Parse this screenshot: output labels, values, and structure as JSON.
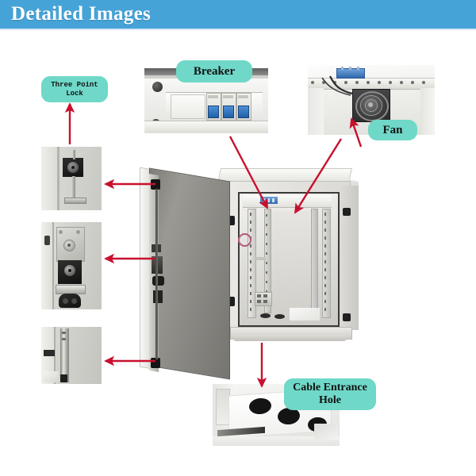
{
  "header": {
    "title": "Detailed Images",
    "background_color": "#45a3d8",
    "text_color": "#ffffff"
  },
  "theme": {
    "badge_color": "#6fd8c8",
    "arrow_color": "#c8102e",
    "page_background": "#ffffff"
  },
  "callouts": [
    {
      "id": "three-point-lock",
      "label": "Three Point Lock",
      "lines": [
        "Three Point",
        "Lock"
      ],
      "font": "mono"
    },
    {
      "id": "breaker",
      "label": "Breaker",
      "lines": [
        "Breaker"
      ],
      "font": "serif"
    },
    {
      "id": "fan",
      "label": "Fan",
      "lines": [
        "Fan"
      ],
      "font": "serif"
    },
    {
      "id": "cable-entrance-hole",
      "label": "Cable Entrance Hole",
      "lines": [
        "Cable Entrance",
        "Hole"
      ],
      "font": "serif"
    }
  ],
  "photos": [
    {
      "id": "breaker-photo",
      "caption": "Three blue circuit breakers mounted on DIN rail inside cabinet top"
    },
    {
      "id": "fan-photo",
      "caption": "Square ventilation fan with round grille mounted under cabinet roof"
    },
    {
      "id": "lock-thumb-top",
      "caption": "Black three point lock handle mechanism with vertical rod"
    },
    {
      "id": "lock-thumb-middle",
      "caption": "Metal lock bracket assembly on door edge"
    },
    {
      "id": "lock-thumb-bottom",
      "caption": "Vertical locking rod along door frame"
    },
    {
      "id": "cabinet-main-photo",
      "caption": "Grey outdoor rack cabinet with door open showing 19 inch mounting rails"
    },
    {
      "id": "cable-hole-photo",
      "caption": "Three round cable entrance holes in cabinet base plate"
    }
  ]
}
